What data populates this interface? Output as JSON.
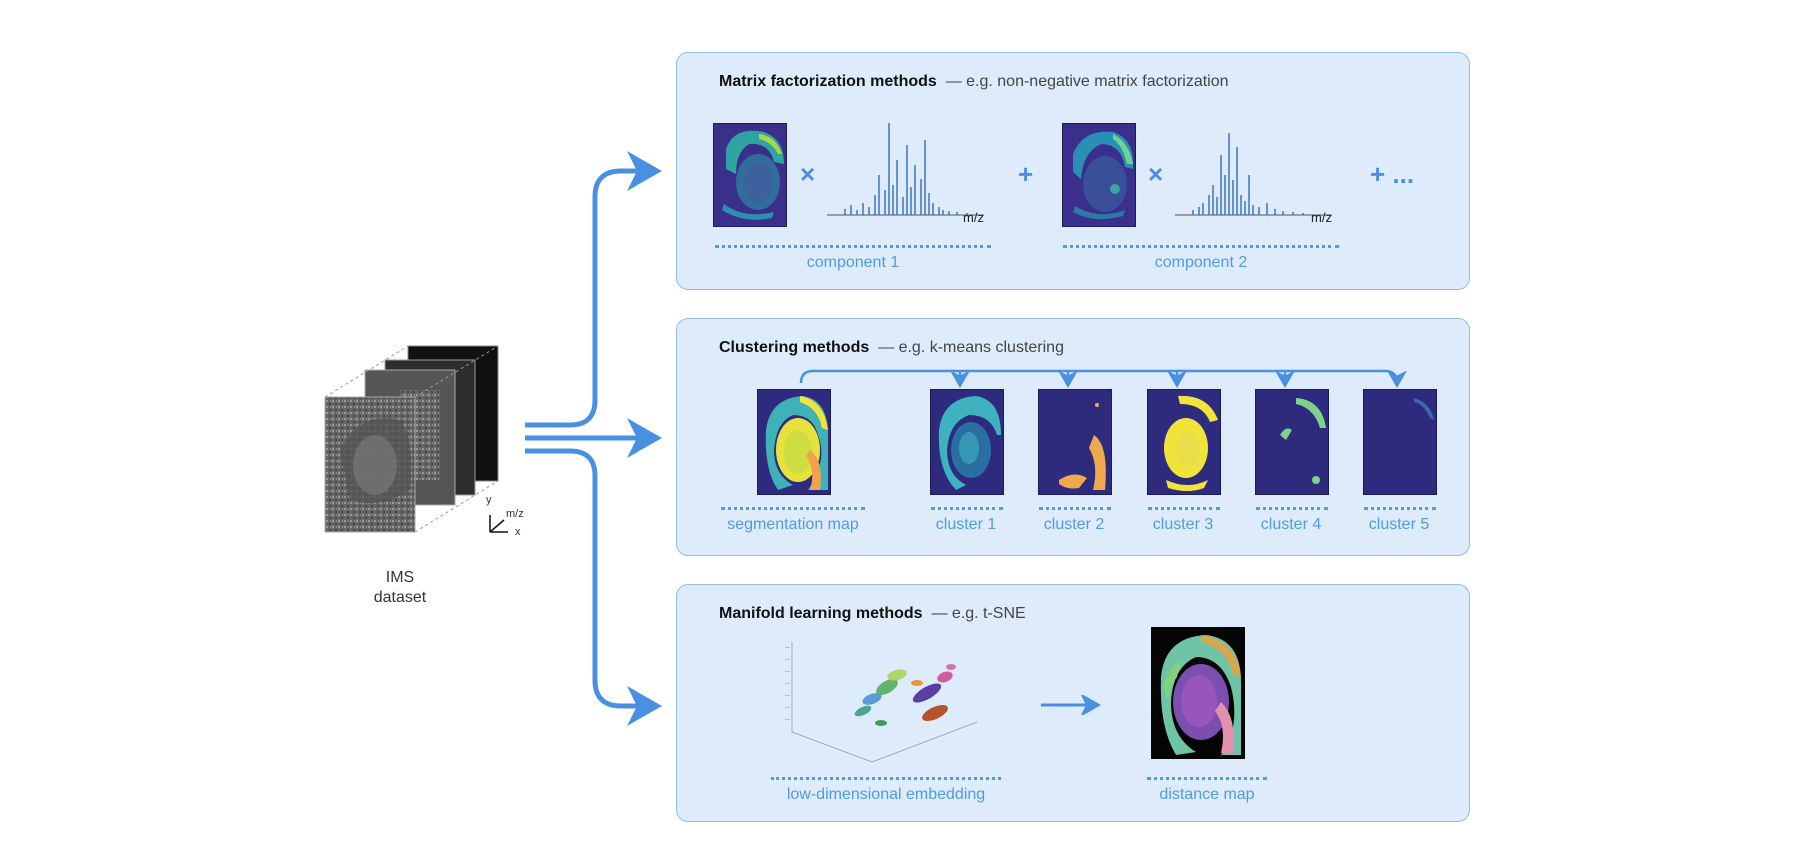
{
  "dataset": {
    "line1": "IMS",
    "line2": "dataset",
    "axis_y": "y",
    "axis_mz": "m/z",
    "axis_x": "x"
  },
  "panels": [
    {
      "title": "Matrix factorization methods",
      "subtitle": "— e.g. non-negative matrix factorization",
      "times_symbol": "×",
      "plus_symbol": "+",
      "ellipsis": "+ ...",
      "mz_label": "m/z",
      "components": [
        {
          "label": "component 1"
        },
        {
          "label": "component 2"
        }
      ]
    },
    {
      "title": "Clustering methods",
      "subtitle": "— e.g. k-means clustering",
      "segmentation_label": "segmentation map",
      "clusters": [
        {
          "label": "cluster 1"
        },
        {
          "label": "cluster 2"
        },
        {
          "label": "cluster 3"
        },
        {
          "label": "cluster 4"
        },
        {
          "label": "cluster 5"
        }
      ]
    },
    {
      "title": "Manifold learning methods",
      "subtitle": "— e.g. t-SNE",
      "embedding_label": "low-dimensional embedding",
      "distance_label": "distance map"
    }
  ],
  "colors": {
    "accent": "#4a90e2",
    "panel_bg": "#ddebfa",
    "panel_border": "#8fbdf0",
    "label_blue": "#4f9be8",
    "map_bg": "#2e2b7e"
  }
}
